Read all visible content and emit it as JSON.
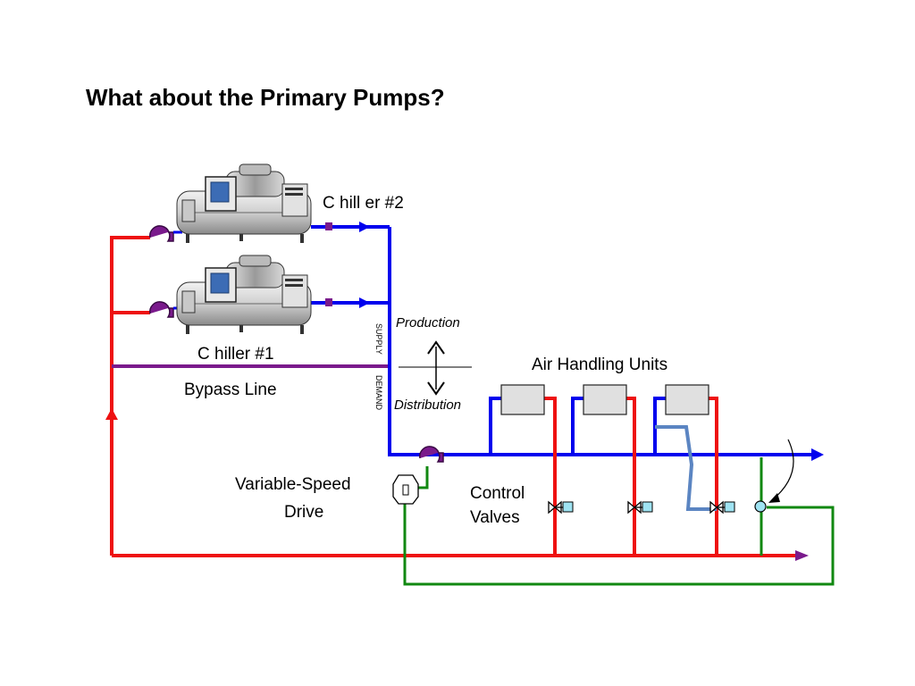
{
  "slide": {
    "title": "What about the Primary Pumps?"
  },
  "diagram": {
    "chiller2_label": "C hill er  #2",
    "chiller1_label": "C hiller #1",
    "bypass_label": "Bypass Line",
    "supply_label": "SUPPLY",
    "demand_label": "DEMAND",
    "production_label": "Production",
    "distribution_label": "Distribution",
    "ahu_label": "Air Handling Units",
    "vsd_label_line1": "Variable-Speed",
    "vsd_label_line2": "Drive",
    "valves_label_line1": "Control",
    "valves_label_line2": "Valves",
    "colors": {
      "supply": "#0000ee",
      "return": "#ee1111",
      "bypass": "#7a1a8c",
      "control": "#118811",
      "pump": "#7a1a8c",
      "coil": "#5b85c2",
      "valve_actuator": "#9fe3f2"
    },
    "icons": [
      "chiller-icon",
      "pump-icon",
      "ahu-icon",
      "valve-icon",
      "vsd-icon",
      "sensor-icon",
      "arrow-icon"
    ]
  }
}
